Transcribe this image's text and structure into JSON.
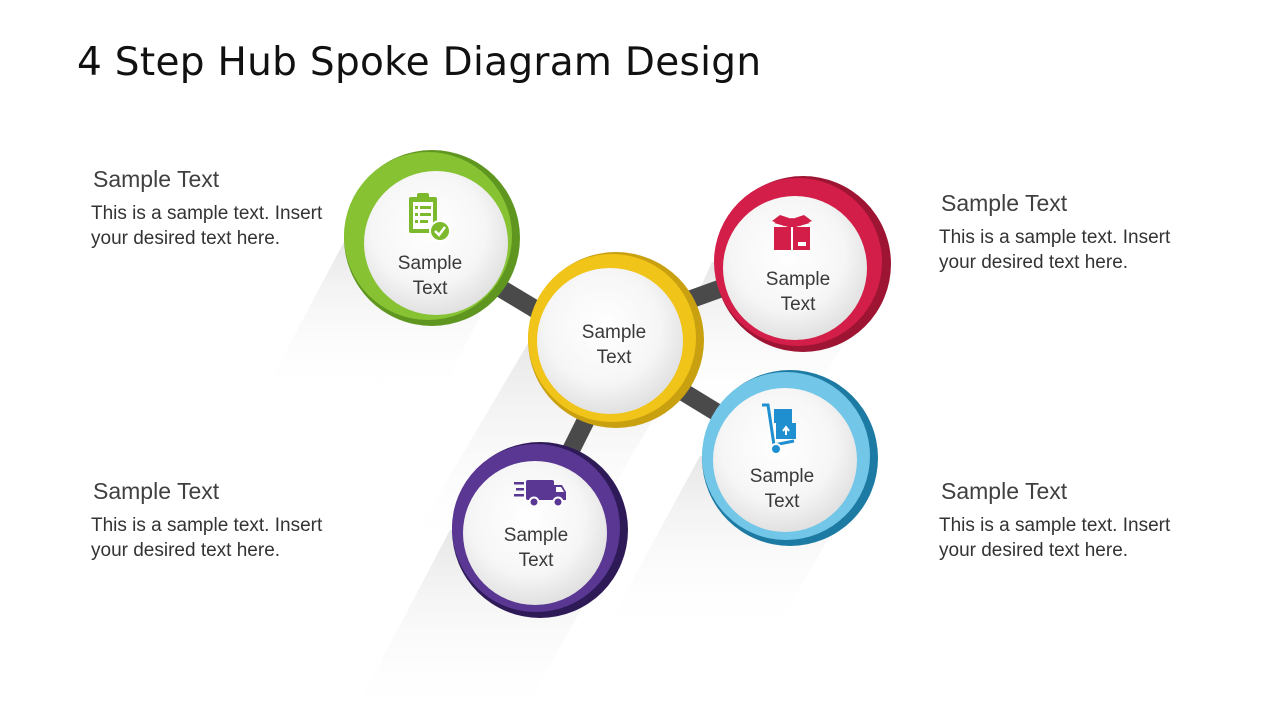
{
  "title": "4 Step Hub Spoke Diagram Design",
  "hub": {
    "label_line1": "Sample",
    "label_line2": "Text",
    "color": "#F0C419"
  },
  "nodes": [
    {
      "id": "green",
      "label_line1": "Sample",
      "label_line2": "Text",
      "color": "#7DB92C",
      "icon": "clipboard-check-icon"
    },
    {
      "id": "red",
      "label_line1": "Sample",
      "label_line2": "Text",
      "color": "#D21E48",
      "icon": "open-box-icon"
    },
    {
      "id": "blue",
      "label_line1": "Sample",
      "label_line2": "Text",
      "color": "#4FB6DE",
      "icon": "hand-truck-icon"
    },
    {
      "id": "purple",
      "label_line1": "Sample",
      "label_line2": "Text",
      "color": "#5B3794",
      "icon": "delivery-truck-icon"
    }
  ],
  "callouts": {
    "top_left": {
      "heading": "Sample Text",
      "body": "This is a sample text. Insert your desired text here."
    },
    "top_right": {
      "heading": "Sample Text",
      "body": "This is a sample text. Insert your desired text here."
    },
    "bottom_left": {
      "heading": "Sample Text",
      "body": "This is a sample text. Insert your desired text here."
    },
    "bottom_right": {
      "heading": "Sample Text",
      "body": "This is a sample text. Insert your desired text here."
    }
  },
  "colors": {
    "spoke": "#4a4a4a",
    "shadow": "#e9e9e9"
  }
}
